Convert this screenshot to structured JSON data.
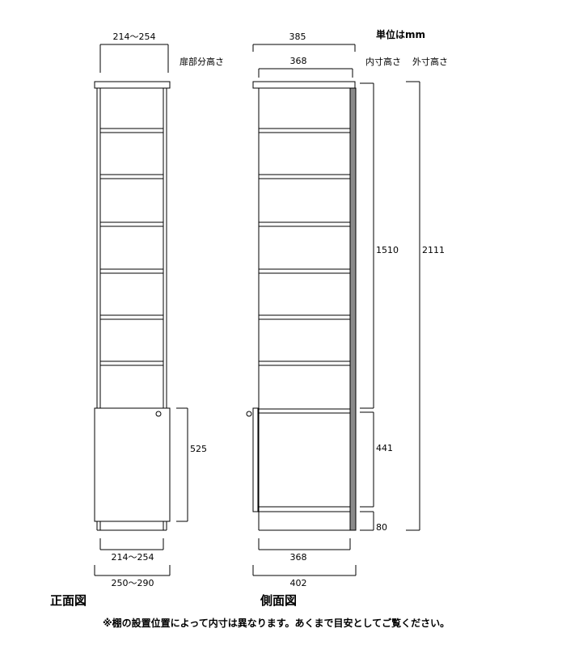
{
  "unit_label": "単位はmm",
  "front": {
    "title": "正面図",
    "top_width": "214～254",
    "door_height_label": "扉部分高さ",
    "door_height": "525",
    "inner_width": "214～254",
    "outer_width": "250～290"
  },
  "side": {
    "title": "側面図",
    "top_depth": "385",
    "inner_depth_top": "368",
    "inner_height_label": "内寸高さ",
    "outer_height_label": "外寸高さ",
    "upper_inner_height": "1510",
    "lower_inner_height": "441",
    "plinth_height": "80",
    "outer_height": "2111",
    "inner_depth_bottom": "368",
    "outer_depth": "402"
  },
  "note": "※棚の設置位置によって内寸は異なります。あくまで目安としてご覧ください。",
  "colors": {
    "line": "#000000",
    "back_panel": "#8a8a8a",
    "background": "#ffffff"
  }
}
